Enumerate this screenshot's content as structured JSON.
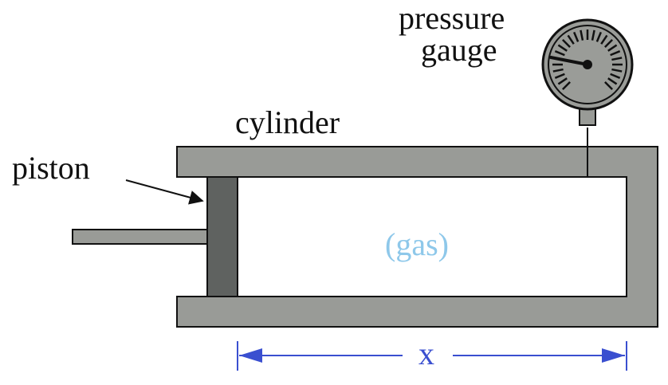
{
  "labels": {
    "pressure_line1": "pressure",
    "pressure_line2": "gauge",
    "cylinder": "cylinder",
    "piston": "piston",
    "gas": "(gas)",
    "dimension": "x"
  },
  "colors": {
    "cylinder_wall": "#999b97",
    "piston": "#5f6260",
    "gauge_face": "#9a9c98",
    "outline": "#111111",
    "gas_text": "#8ec8ea",
    "dimension": "#3a4fd0",
    "background": "#ffffff"
  },
  "icons": {
    "gauge": "pressure-gauge-icon",
    "arrow": "arrow-icon"
  }
}
